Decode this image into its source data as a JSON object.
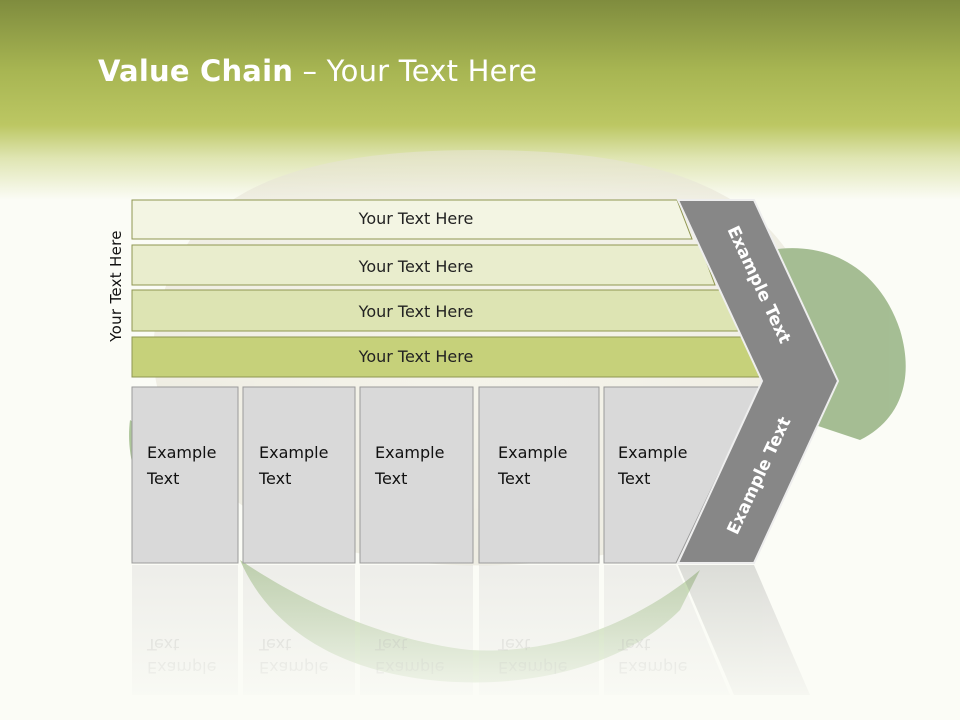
{
  "title": {
    "bold": "Value Chain",
    "rest": " – Your Text Here"
  },
  "side_label": "Your Text Here",
  "support_rows": [
    {
      "label": "Your Text Here",
      "color": "#f3f5e3"
    },
    {
      "label": "Your Text Here",
      "color": "#e9edcd"
    },
    {
      "label": "Your Text Here",
      "color": "#dde4b3"
    },
    {
      "label": "Your Text Here",
      "color": "#c6d17a"
    }
  ],
  "primary_boxes": [
    {
      "line1": "Example",
      "line2": "Text"
    },
    {
      "line1": "Example",
      "line2": "Text"
    },
    {
      "line1": "Example",
      "line2": "Text"
    },
    {
      "line1": "Example",
      "line2": "Text"
    },
    {
      "line1": "Example",
      "line2": "Text"
    }
  ],
  "chevron_top_label": "Example Text",
  "chevron_bottom_label": "Example Text",
  "colors": {
    "header": "#a7b552",
    "chevron": "#878787",
    "box": "#d9d9d9"
  }
}
